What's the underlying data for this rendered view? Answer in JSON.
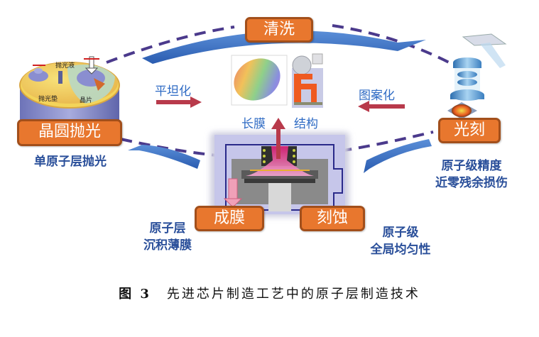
{
  "figure": {
    "caption_prefix": "图 3",
    "caption_text": "先进芯片制造工艺中的原子层制造技术"
  },
  "steps": {
    "cleaning": "清洗",
    "polishing": "晶圆抛光",
    "lithography": "光刻",
    "deposition": "成膜",
    "etching": "刻蚀"
  },
  "notes": {
    "polishing": "单原子层抛光",
    "lithography_line1": "原子级精度",
    "lithography_line2": "近零残余损伤",
    "deposition_line1": "原子层",
    "deposition_line2": "沉积薄膜",
    "etching_line1": "原子级",
    "etching_line2": "全局均匀性"
  },
  "center": {
    "planarization": "平坦化",
    "patterning": "图案化",
    "film_growth": "长膜",
    "structure": "结构"
  },
  "polisher_labels": {
    "slurry": "抛光液",
    "pad": "抛光垫",
    "wafer": "晶片"
  },
  "colors": {
    "box_fill": "#e8772e",
    "box_border": "#a24f1b",
    "cycle_arrow": "#3b72c6",
    "dashed_loop": "#4b3a8c",
    "flow_arrow": "#b83a4b",
    "note_text": "#2a4f9a",
    "label_text": "#2f6bc4"
  }
}
